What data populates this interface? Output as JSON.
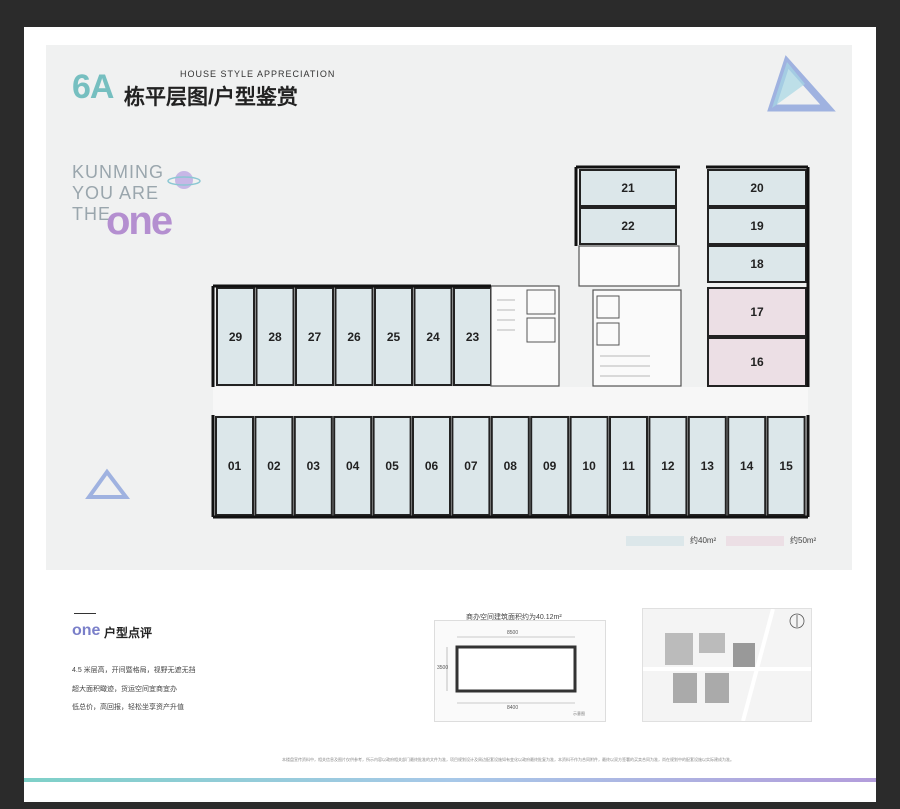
{
  "header": {
    "building_no": "6A",
    "title_en": "HOUSE STYLE APPRECIATION",
    "title_cn": "栋平层图/户型鉴赏"
  },
  "slogan": {
    "line1": "KUNMING",
    "line2": "YOU ARE",
    "line3": "THE",
    "brand": "one"
  },
  "units": {
    "top_left": [
      "29",
      "28",
      "27",
      "26",
      "25",
      "24",
      "23"
    ],
    "bottom_row": [
      "01",
      "02",
      "03",
      "04",
      "05",
      "06",
      "07",
      "08",
      "09",
      "10",
      "11",
      "12",
      "13",
      "14",
      "15"
    ],
    "tower_left": [
      "21",
      "22"
    ],
    "tower_right": [
      "20",
      "19",
      "18"
    ],
    "large": [
      "17",
      "16"
    ]
  },
  "legend": {
    "small_label": "约40m²",
    "large_label": "约50m²",
    "small_color": "#dce7ea",
    "large_color": "#ecdfe5"
  },
  "review": {
    "mark": "one",
    "title": "户型点评",
    "points": [
      "4.5 米层高，开间暨格局，视野无遮无挡",
      "超大面积瞰迹，货运空间宜商宜办",
      "低总价，高回报，轻松坐享资产升值"
    ]
  },
  "small_plan": {
    "caption": "商办空间建筑面积约为40.12m²",
    "dim_top": "8500",
    "dim_side": "3500",
    "dim_bottom": "8400",
    "note": "示意图"
  },
  "footer": {
    "disclaimer": "本楼盘宣传资料中，相关信息及图片仅供参考，所示内容以政府相关部门最终批准的文件为准，项目规划设计及周边配套设施如有变化以政府最终批复为准，本资料不作为合同附件，最终以双方签署的买卖合同为准，尚在规划中的配套设施以实际建成为准。"
  }
}
